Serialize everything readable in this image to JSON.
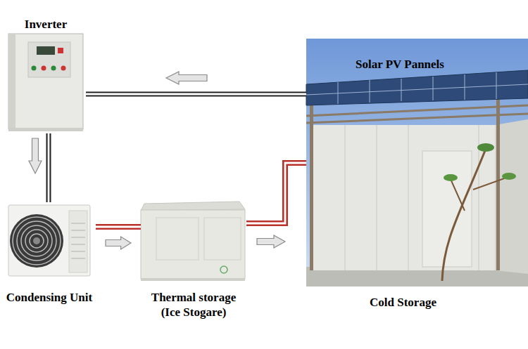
{
  "diagram": {
    "nodes": [
      {
        "text": [
          "Inverter"
        ]
      },
      {
        "text": [
          "Cold Storage"
        ]
      },
      {
        "text": [
          "Solar PV Pannels"
        ],
        "in": 1
      },
      {
        "text": [
          "Condensing Unit"
        ]
      },
      {
        "text": [
          "Thermal storage (Ice Stogare)"
        ]
      }
    ],
    "edges": [
      {
        "from": 2,
        "to": 0,
        "arrow": "to"
      },
      {
        "from": 0,
        "to": 3,
        "arrow": "to"
      },
      {
        "from": 3,
        "to": 4,
        "arrow": "to"
      },
      {
        "from": 4,
        "to": 1,
        "arrow": "to"
      }
    ]
  }
}
